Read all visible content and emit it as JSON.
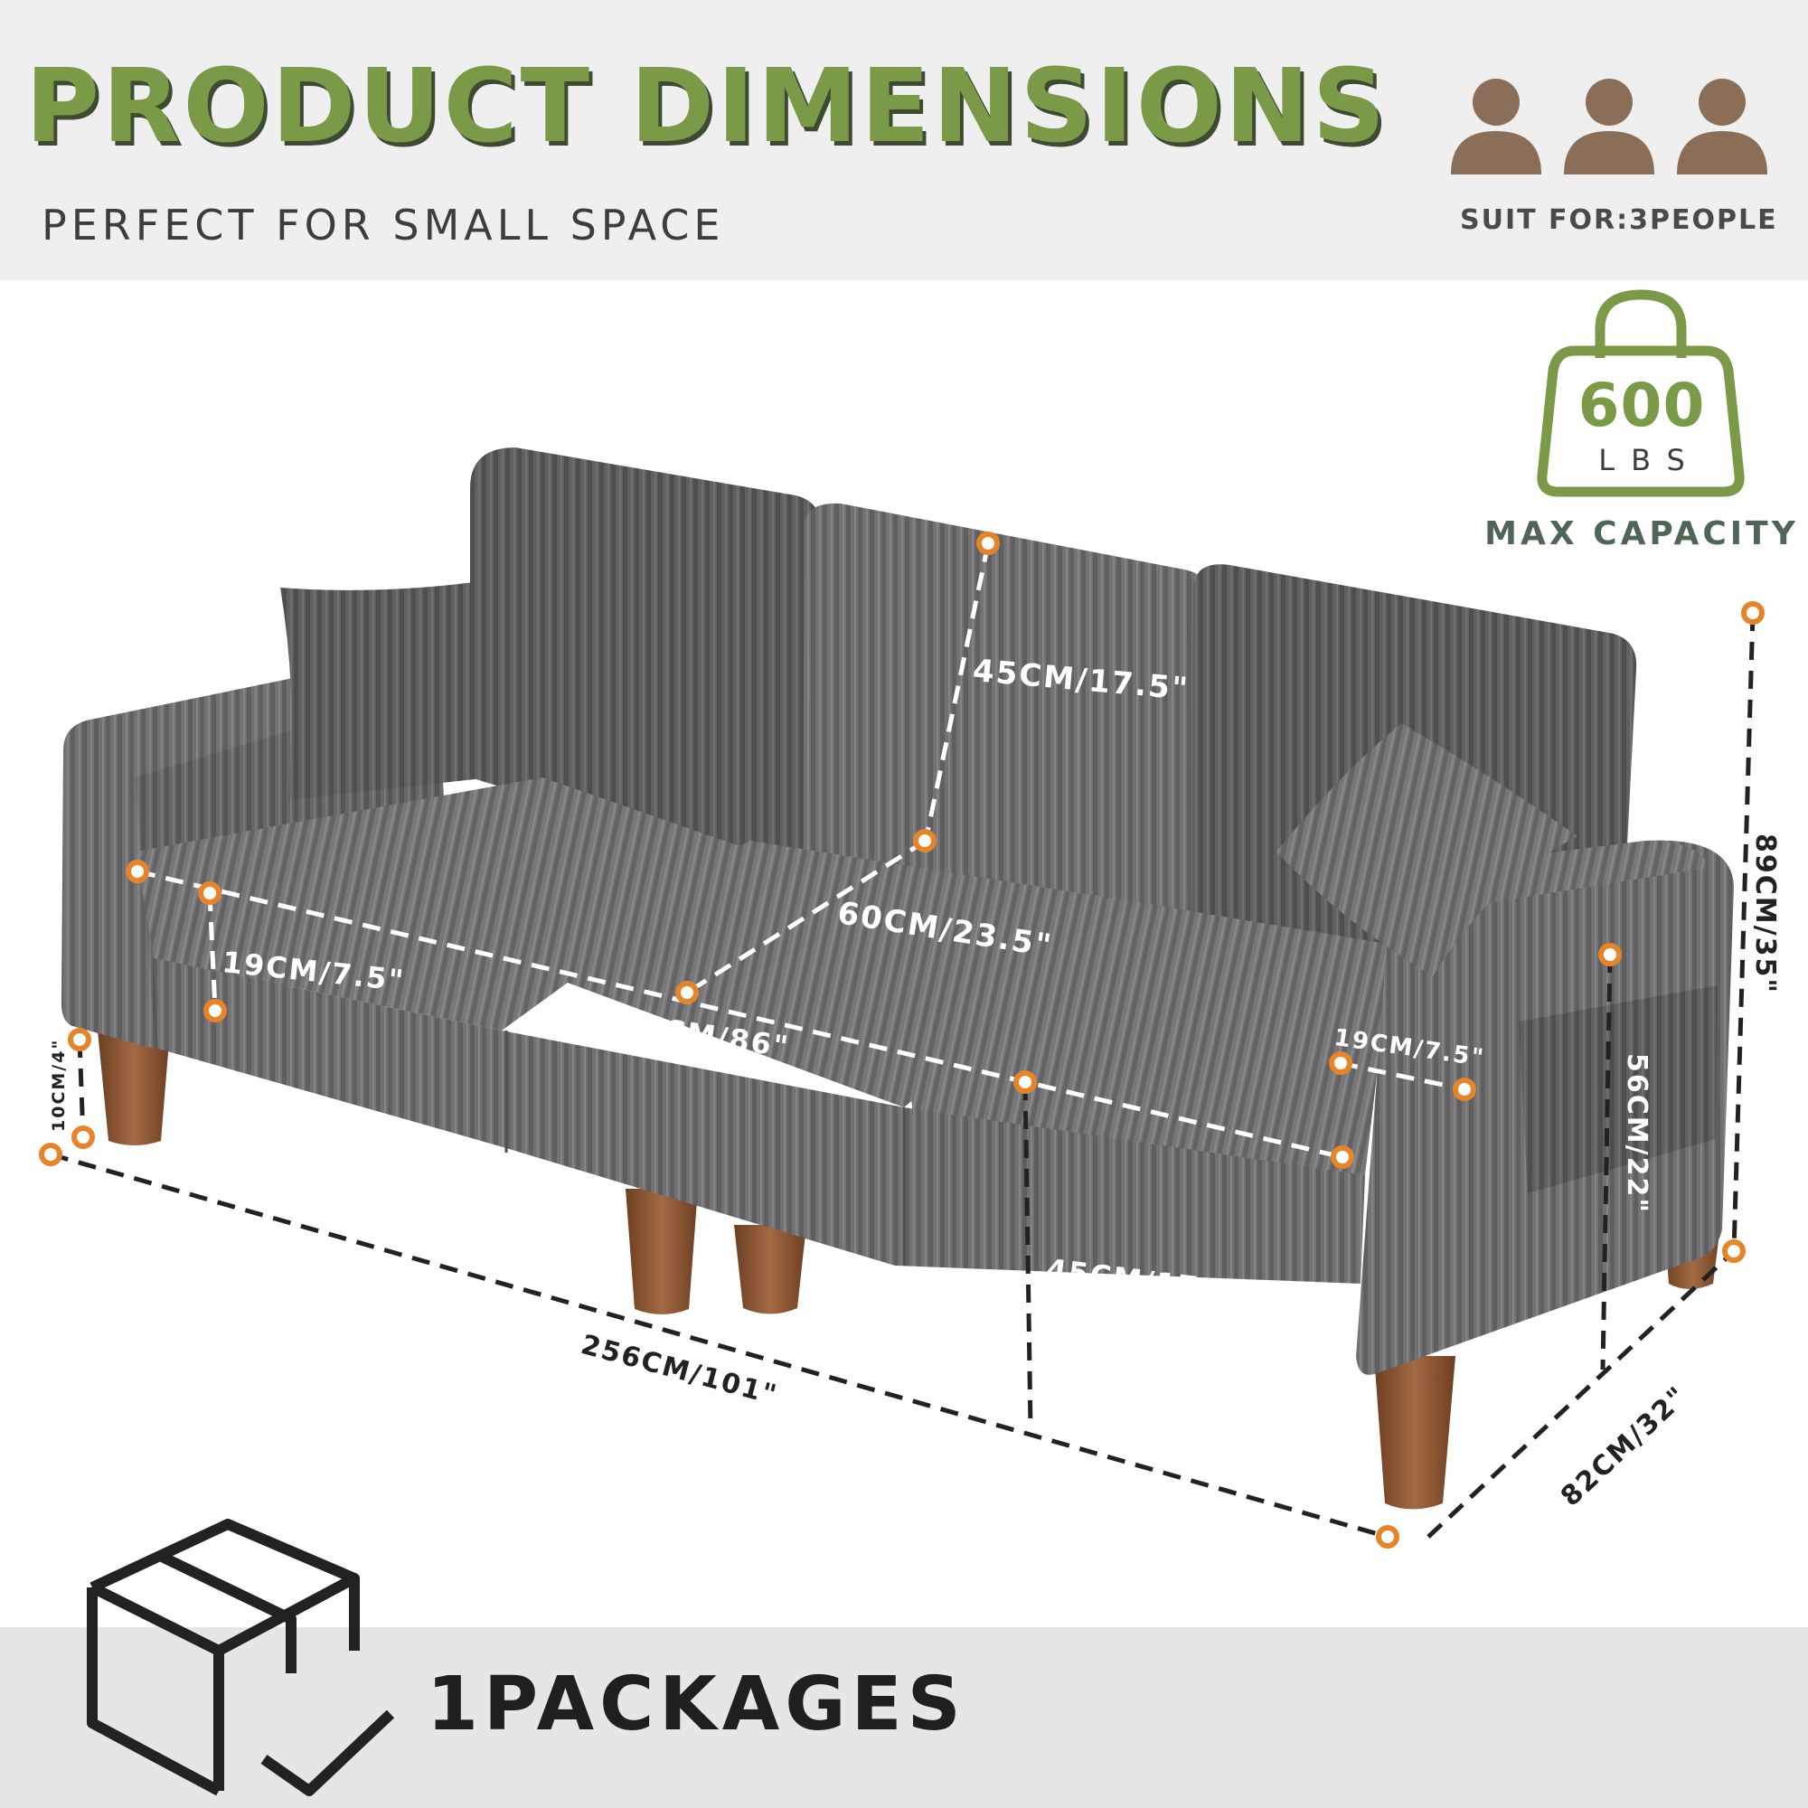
{
  "header": {
    "title": "PRODUCT DIMENSIONS",
    "subtitle": "PERFECT FOR SMALL SPACE",
    "suit_label": "SUIT FOR:3PEOPLE",
    "icons": [
      "person-icon",
      "person-icon",
      "person-icon"
    ]
  },
  "capacity": {
    "number": "600",
    "unit": "LBS",
    "label": "MAX CAPACITY",
    "icon": "weight-icon"
  },
  "dimensions": {
    "back_height": "45CM/17.5\"",
    "seat_depth": "60CM/23.5\"",
    "seat_width": "218CM/86\"",
    "cushion_thickness_left": "19CM/7.5\"",
    "arm_width": "19CM/7.5\"",
    "leg_height": "10CM/4\"",
    "seat_height": "45CM/17.5\"",
    "overall_length": "256CM/101\"",
    "overall_depth": "82CM/32\"",
    "arm_height": "56CM/22\"",
    "overall_height": "89CM/35\""
  },
  "footer": {
    "packages": "1PACKAGES",
    "icon": "package-box-icon"
  },
  "colors": {
    "accent_green": "#7a9a48",
    "marker_orange": "#e6842a",
    "fabric_gray": "#6f6f71",
    "leg_wood": "#8a5634"
  }
}
